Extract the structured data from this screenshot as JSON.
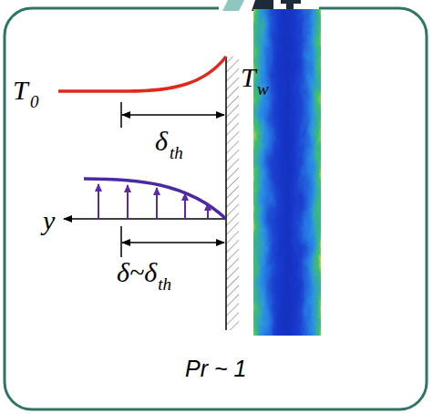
{
  "diagram": {
    "caption": "Pr ~ 1",
    "labels": [
      "T",
      "0",
      "T",
      "w",
      "δ",
      "th",
      "y",
      "δ~δ",
      "th"
    ]
  }
}
